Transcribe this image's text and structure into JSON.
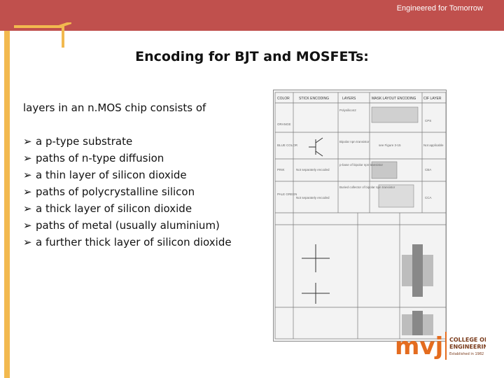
{
  "header": {
    "tagline": "Engineered for Tomorrow",
    "accent": "#c0504d"
  },
  "slide": {
    "title": "Encoding for BJT and MOSFETs:",
    "intro": "layers in an n.MOS chip consists of",
    "bullets": [
      "a p-type substrate",
      "paths of n-type diffusion",
      "a thin layer of silicon dioxide",
      "paths of polycrystalline silicon",
      "a thick layer of silicon dioxide",
      "paths of metal (usually aluminium)",
      "a further thick layer of silicon dioxide"
    ]
  },
  "table_figure": {
    "headers": [
      "COLOR",
      "STICK ENCODING",
      "LAYERS",
      "MASK LAYOUT ENCODING",
      "CIF LAYER"
    ],
    "rows": [
      {
        "color": "ORANGE",
        "layer": "Polysilicon2",
        "cif": "CPS"
      },
      {
        "color": "BLUE COLOR",
        "layer": "Bipolar npn transistor",
        "mask": "see Figure 3-15",
        "cif": "Not applicable"
      },
      {
        "color": "PINK",
        "stick": "Not separately encoded",
        "layer": "p-base of bipolar npn transistor",
        "cif": "CBA"
      },
      {
        "color": "PALE GREEN",
        "stick": "Not separately encoded",
        "layer": "Buried collector of bipolar npn transistor",
        "cif": "CCA"
      }
    ]
  },
  "logo": {
    "brand": "mvj",
    "line1": "COLLEGE OF",
    "line2": "ENGINEERING",
    "line3": "Established in 1982"
  }
}
